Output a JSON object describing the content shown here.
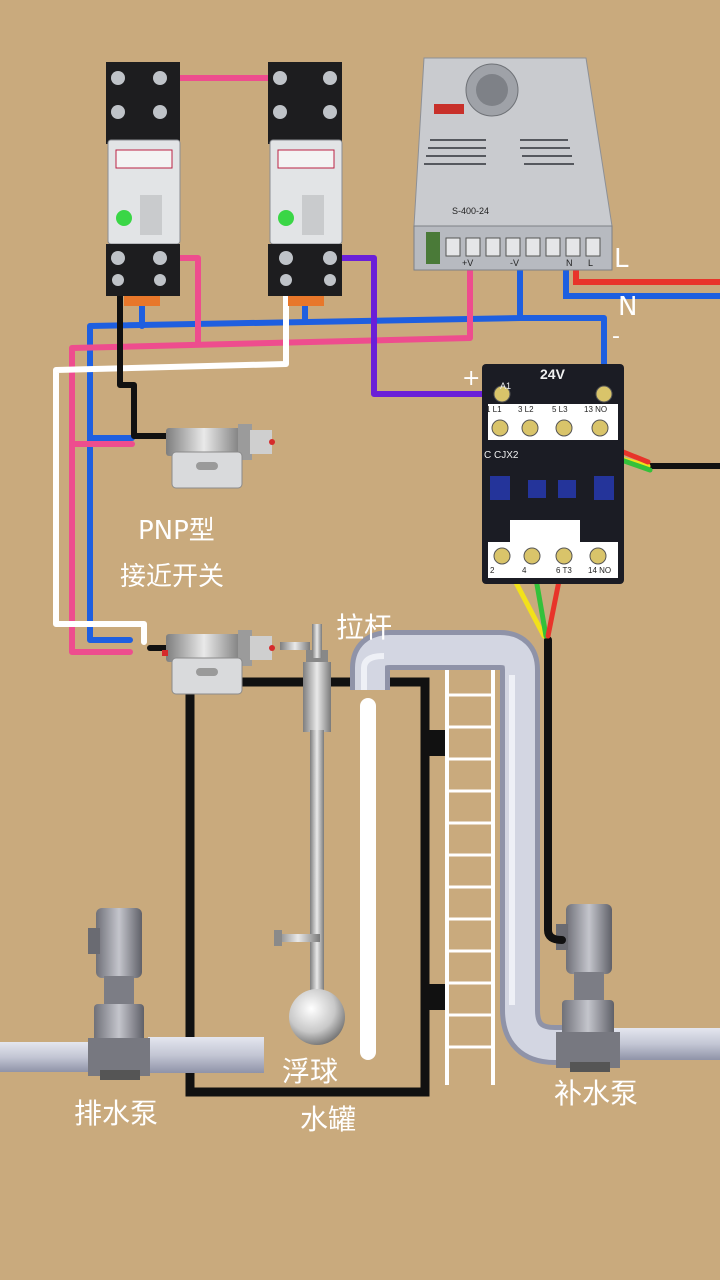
{
  "labels": {
    "live": "L",
    "neutral": "N",
    "plus": "+",
    "minus": "-",
    "voltage": "24V",
    "sensor_type": "PNP型",
    "sensor_name": "接近开关",
    "pull_rod": "拉杆",
    "float_ball": "浮球",
    "tank": "水罐",
    "drain_pump": "排水泵",
    "supply_pump": "补水泵"
  },
  "psu": {
    "model": "S-400-24",
    "terminals": [
      "+V",
      "-V",
      "N",
      "L"
    ]
  },
  "contactor": {
    "model": "C CJX2",
    "top_terminals": [
      "1 L1",
      "3 L2",
      "5 L3",
      "13 NO"
    ],
    "bottom_terminals": [
      "2",
      "4",
      "6 T3",
      "14 NO"
    ],
    "coil": "A1"
  },
  "colors": {
    "background": "#c9aa7d",
    "wire_blue": "#1e5fe0",
    "wire_pink": "#ee4d8e",
    "wire_white": "#ffffff",
    "wire_black": "#111111",
    "wire_purple": "#6a1fd8",
    "wire_red": "#e8342a",
    "wire_yellow": "#f2e11a",
    "wire_green": "#34c13a",
    "pipe": "#b9bccd"
  }
}
